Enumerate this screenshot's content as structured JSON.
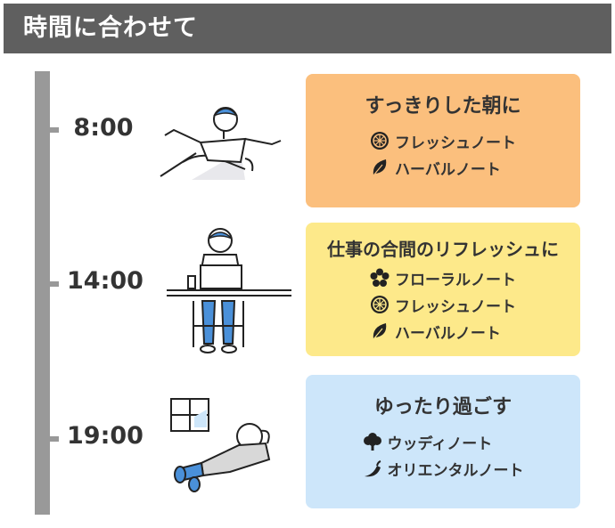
{
  "header": {
    "title": "時間に合わせて"
  },
  "colors": {
    "header_bg": "#5f5f5f",
    "timeline": "#999999",
    "morning_card": "#fbbf7d",
    "midday_card": "#fde98a",
    "evening_card": "#cde6fa"
  },
  "schedule": [
    {
      "time": "8:00",
      "title": "すっきりした朝に",
      "illustration": "stretching-person",
      "notes": [
        {
          "icon": "citrus-icon",
          "label": "フレッシュノート"
        },
        {
          "icon": "leaf-icon",
          "label": "ハーバルノート"
        }
      ]
    },
    {
      "time": "14:00",
      "title": "仕事の合間のリフレッシュに",
      "illustration": "working-person",
      "notes": [
        {
          "icon": "flower-icon",
          "label": "フローラルノート"
        },
        {
          "icon": "citrus-icon",
          "label": "フレッシュノート"
        },
        {
          "icon": "leaf-icon",
          "label": "ハーバルノート"
        }
      ]
    },
    {
      "time": "19:00",
      "title": "ゆったり過ごす",
      "illustration": "relaxing-person",
      "notes": [
        {
          "icon": "tree-icon",
          "label": "ウッディノート"
        },
        {
          "icon": "chili-icon",
          "label": "オリエンタルノート"
        }
      ]
    }
  ]
}
